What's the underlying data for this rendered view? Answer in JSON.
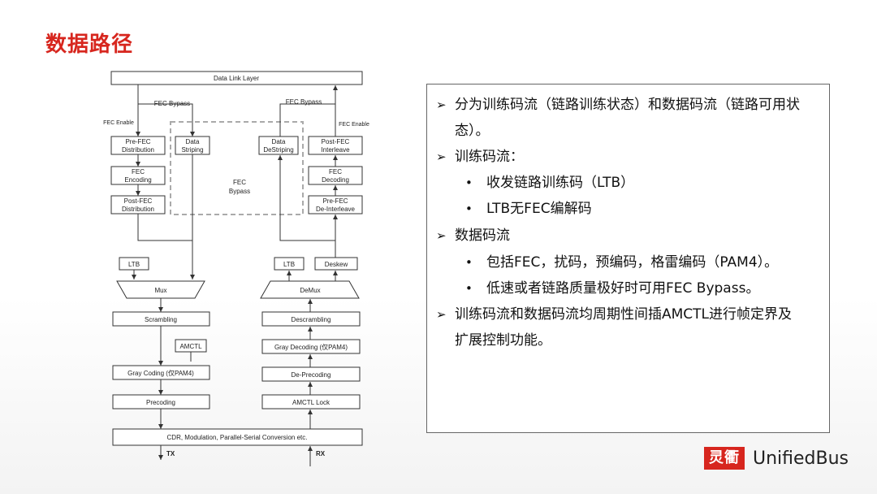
{
  "title": "数据路径",
  "diagram": {
    "data_link_layer": "Data Link Layer",
    "fec_bypass_left": "FEC Bypass",
    "fec_bypass_right": "FEC Bypass",
    "fec_enable_left": "FEC Enable",
    "fec_enable_right": "FEC Enable",
    "pre_fec_distribution": [
      "Pre-FEC",
      "Distribution"
    ],
    "data_striping": [
      "Data",
      "Striping"
    ],
    "data_destriping": [
      "Data",
      "DeStriping"
    ],
    "post_fec_interleave": [
      "Post-FEC",
      "Interleave"
    ],
    "fec_encoding": [
      "FEC",
      "Encoding"
    ],
    "fec_decoding": [
      "FEC",
      "Decoding"
    ],
    "fec_bypass_center": [
      "FEC",
      "Bypass"
    ],
    "post_fec_distribution": [
      "Post-FEC",
      "Distribution"
    ],
    "pre_fec_deinterleave": [
      "Pre-FEC",
      "De-Interleave"
    ],
    "ltb_left": "LTB",
    "ltb_right": "LTB",
    "deskew": "Deskew",
    "mux": "Mux",
    "demux": "DeMux",
    "scrambling": "Scrambling",
    "descrambling": "Descrambling",
    "amctl": "AMCTL",
    "gray_decoding": "Gray Decoding (仅PAM4)",
    "gray_coding": "Gray Coding (仅PAM4)",
    "de_precoding": "De-Precoding",
    "precoding": "Precoding",
    "amctl_lock": "AMCTL Lock",
    "cdr": "CDR, Modulation, Parallel-Serial Conversion etc.",
    "tx": "TX",
    "rx": "RX"
  },
  "panel": {
    "bullets": [
      {
        "level": 1,
        "text": "分为训练码流（链路训练状态）和数据码流（链路可用状"
      },
      {
        "level": 0,
        "text": "态）。"
      },
      {
        "level": 1,
        "text": "训练码流："
      },
      {
        "level": 2,
        "text": "收发链路训练码（LTB）"
      },
      {
        "level": 2,
        "text": "LTB无FEC编解码"
      },
      {
        "level": 1,
        "text": "数据码流"
      },
      {
        "level": 2,
        "text": "包括FEC，扰码，预编码，格雷编码（PAM4）。"
      },
      {
        "level": 2,
        "text": "低速或者链路质量极好时可用FEC Bypass。"
      },
      {
        "level": 1,
        "text": "训练码流和数据码流均周期性间插AMCTL进行帧定界及"
      },
      {
        "level": 0,
        "text": "扩展控制功能。"
      }
    ],
    "arrow_glyph": "➢",
    "dot_glyph": "•"
  },
  "logo": {
    "mark": "灵衢",
    "name": "UnifiedBus"
  },
  "colors": {
    "accent": "#d7261e",
    "line": "#333333",
    "dashed": "#aaaaaa"
  }
}
